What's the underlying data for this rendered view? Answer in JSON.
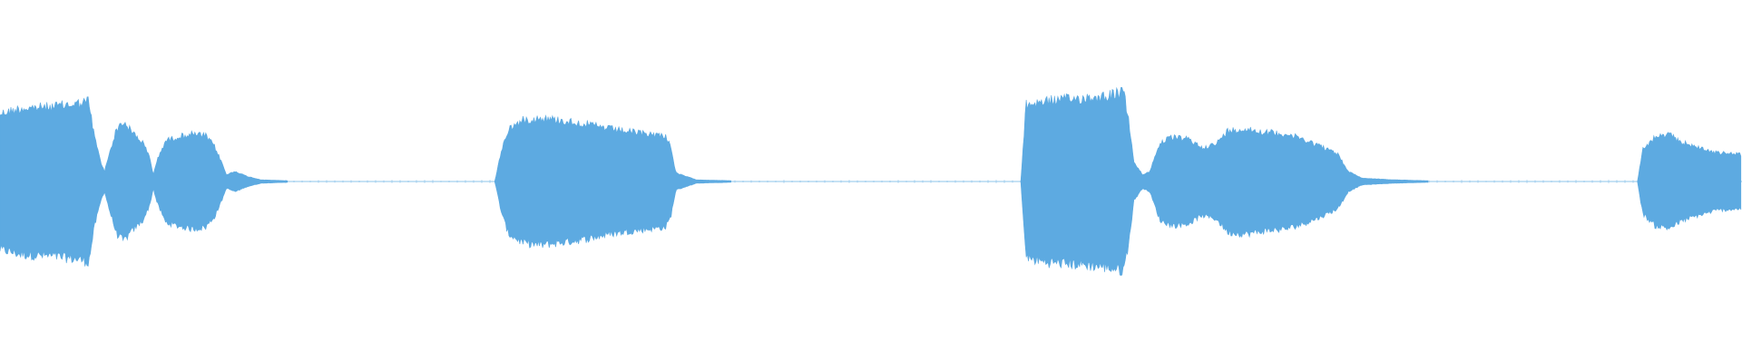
{
  "waveform": {
    "color": "#5daae1",
    "background": "#ffffff",
    "centerline_color": "#5daae1",
    "segments": [
      {
        "label": "",
        "envelope": [
          [
            0.0,
            0.8
          ],
          [
            0.012,
            0.86
          ],
          [
            0.03,
            0.88
          ],
          [
            0.046,
            0.92
          ],
          [
            0.051,
            0.95
          ],
          [
            0.054,
            0.55
          ],
          [
            0.058,
            0.22
          ],
          [
            0.06,
            0.12
          ],
          [
            0.063,
            0.35
          ],
          [
            0.067,
            0.62
          ],
          [
            0.071,
            0.7
          ],
          [
            0.076,
            0.58
          ],
          [
            0.082,
            0.46
          ],
          [
            0.086,
            0.28
          ],
          [
            0.088,
            0.08
          ],
          [
            0.09,
            0.24
          ],
          [
            0.095,
            0.48
          ],
          [
            0.101,
            0.52
          ],
          [
            0.11,
            0.56
          ],
          [
            0.118,
            0.54
          ],
          [
            0.123,
            0.42
          ],
          [
            0.127,
            0.24
          ],
          [
            0.13,
            0.08
          ],
          [
            0.135,
            0.12
          ],
          [
            0.142,
            0.06
          ],
          [
            0.15,
            0.02
          ],
          [
            0.165,
            0.01
          ]
        ]
      },
      {
        "label": "",
        "envelope": [
          [
            0.284,
            0.0
          ],
          [
            0.288,
            0.38
          ],
          [
            0.292,
            0.62
          ],
          [
            0.3,
            0.72
          ],
          [
            0.31,
            0.75
          ],
          [
            0.322,
            0.72
          ],
          [
            0.336,
            0.68
          ],
          [
            0.35,
            0.62
          ],
          [
            0.364,
            0.58
          ],
          [
            0.377,
            0.55
          ],
          [
            0.382,
            0.54
          ],
          [
            0.385,
            0.42
          ],
          [
            0.388,
            0.1
          ],
          [
            0.394,
            0.06
          ],
          [
            0.4,
            0.02
          ],
          [
            0.42,
            0.01
          ]
        ]
      },
      {
        "label": "",
        "envelope": [
          [
            0.586,
            0.0
          ],
          [
            0.589,
            0.9
          ],
          [
            0.6,
            0.95
          ],
          [
            0.615,
            0.97
          ],
          [
            0.632,
            1.0
          ],
          [
            0.645,
            1.05
          ],
          [
            0.648,
            0.72
          ],
          [
            0.651,
            0.22
          ],
          [
            0.656,
            0.08
          ],
          [
            0.66,
            0.12
          ],
          [
            0.666,
            0.46
          ],
          [
            0.673,
            0.52
          ],
          [
            0.682,
            0.5
          ],
          [
            0.69,
            0.4
          ],
          [
            0.698,
            0.44
          ],
          [
            0.705,
            0.6
          ],
          [
            0.715,
            0.62
          ],
          [
            0.727,
            0.58
          ],
          [
            0.738,
            0.56
          ],
          [
            0.748,
            0.5
          ],
          [
            0.758,
            0.42
          ],
          [
            0.768,
            0.32
          ],
          [
            0.774,
            0.12
          ],
          [
            0.782,
            0.04
          ],
          [
            0.8,
            0.02
          ],
          [
            0.82,
            0.01
          ]
        ]
      },
      {
        "label": "",
        "envelope": [
          [
            0.94,
            0.0
          ],
          [
            0.943,
            0.38
          ],
          [
            0.95,
            0.52
          ],
          [
            0.958,
            0.55
          ],
          [
            0.966,
            0.46
          ],
          [
            0.975,
            0.4
          ],
          [
            0.985,
            0.34
          ],
          [
            1.0,
            0.32
          ]
        ]
      }
    ]
  }
}
